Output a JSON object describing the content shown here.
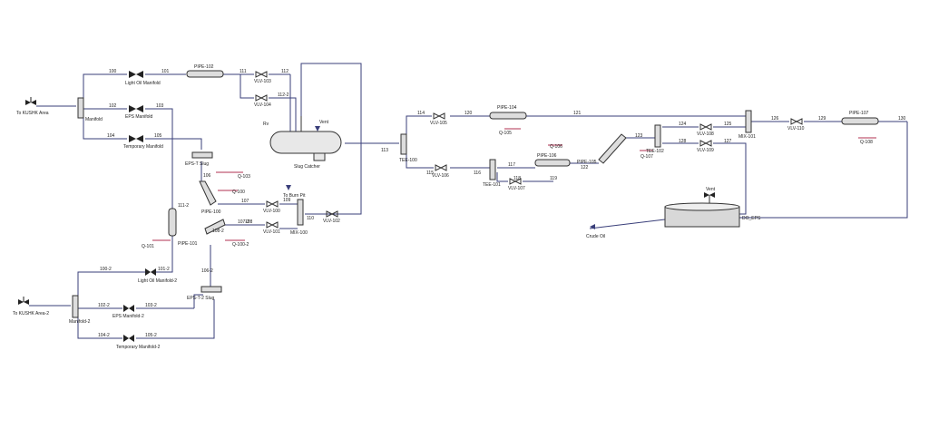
{
  "diagram": {
    "sources": [
      {
        "id": "src-top",
        "label": "To KUSHK Area"
      },
      {
        "id": "src-bottom",
        "label": "To KUSHK Area-2"
      }
    ],
    "manifolds": [
      {
        "id": "manifold",
        "label": "Manifold"
      },
      {
        "id": "manifold-2",
        "label": "Manifold-2"
      }
    ],
    "valve_labels": [
      {
        "id": "lightoil",
        "label": "Light Oil Manifold"
      },
      {
        "id": "eps",
        "label": "EPS Manifold"
      },
      {
        "id": "temporary",
        "label": "Temporary Manifold"
      },
      {
        "id": "lightoil-2",
        "label": "Light Oil Manifold-2"
      },
      {
        "id": "eps-2",
        "label": "EPS Manifold-2"
      },
      {
        "id": "temporary-2",
        "label": "Temporary Manifold-2"
      },
      {
        "id": "vlv-103",
        "label": "VLV-103"
      },
      {
        "id": "vlv-104",
        "label": "VLV-104"
      },
      {
        "id": "vlv-100",
        "label": "VLV-100"
      },
      {
        "id": "vlv-101",
        "label": "VLV-101"
      },
      {
        "id": "vlv-102",
        "label": "VLV-102"
      },
      {
        "id": "vlv-105",
        "label": "VLV-105"
      },
      {
        "id": "vlv-106",
        "label": "VLV-106"
      },
      {
        "id": "vlv-107",
        "label": "VLV-107"
      },
      {
        "id": "vlv-108",
        "label": "VLV-108"
      },
      {
        "id": "vlv-109",
        "label": "VLV-109"
      },
      {
        "id": "vlv-110",
        "label": "VLV-110"
      }
    ],
    "equipment": [
      {
        "id": "pipe-102",
        "label": "PIPE-102"
      },
      {
        "id": "pipe-100",
        "label": "PIPE-100"
      },
      {
        "id": "pipe-101",
        "label": "PIPE-101"
      },
      {
        "id": "pipe-104",
        "label": "PIPE-104"
      },
      {
        "id": "pipe-105",
        "label": "PIPE-105"
      },
      {
        "id": "pipe-106",
        "label": "PIPE-106"
      },
      {
        "id": "pipe-107",
        "label": "PIPE-107"
      },
      {
        "id": "eps-t",
        "label": "EPS-T Slug"
      },
      {
        "id": "eps-t-2",
        "label": "EPS-T-2 Slug"
      },
      {
        "id": "slug-catcher",
        "label": "Slug Catcher"
      },
      {
        "id": "mix-100",
        "label": "MIX-100"
      },
      {
        "id": "mix-101",
        "label": "MIX-101"
      },
      {
        "id": "tee-100",
        "label": "TEE-100"
      },
      {
        "id": "tee-101",
        "label": "TEE-101"
      },
      {
        "id": "tee-102",
        "label": "TEE-102"
      },
      {
        "id": "tank",
        "label": "DO_EPS"
      }
    ],
    "energy_streams": [
      "Q-103",
      "Q-100",
      "Q-101",
      "Q-100-2",
      "Q-105",
      "Q-106",
      "Q-107",
      "Q-108"
    ],
    "streams": [
      "100",
      "101",
      "102",
      "103",
      "104",
      "105",
      "106",
      "107",
      "108",
      "109",
      "110",
      "111",
      "112",
      "113",
      "114",
      "115",
      "116",
      "117",
      "118",
      "119",
      "120",
      "121",
      "122",
      "123",
      "124",
      "125",
      "126",
      "127",
      "128",
      "129",
      "130",
      "111-2",
      "112-2",
      "100-2",
      "101-2",
      "102-2",
      "103-2",
      "104-2",
      "105-2",
      "106-2",
      "107-2",
      "108-2"
    ],
    "misc_labels": {
      "rv": "Rv",
      "vent": "Vent",
      "to_burn": "To Burn Pit",
      "tank_vent": "Vent",
      "crude": "Crude Oil"
    }
  }
}
